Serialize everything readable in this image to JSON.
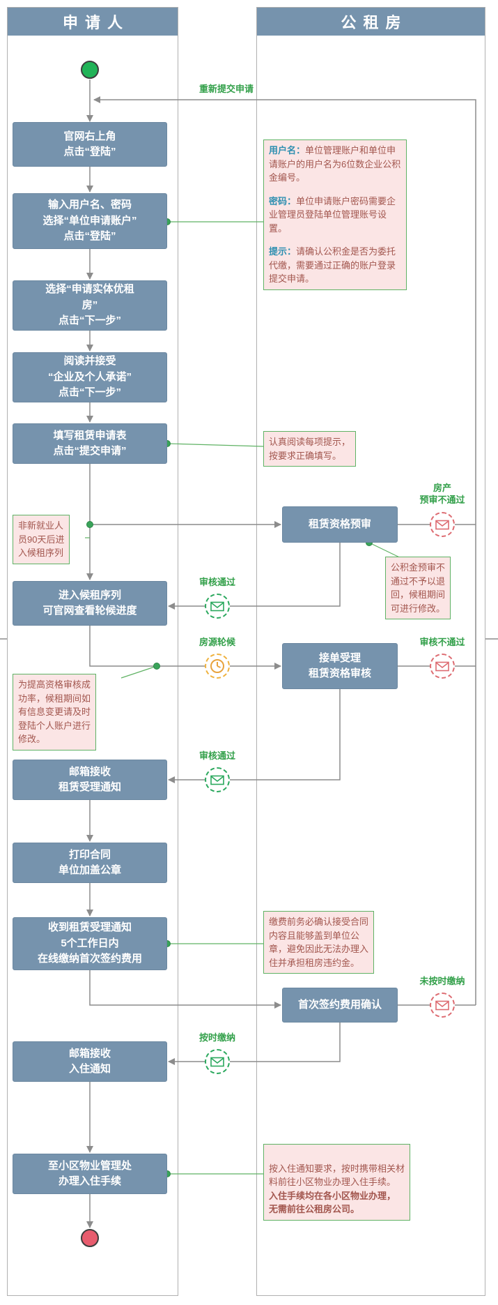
{
  "pools": {
    "applicant": {
      "title": "申请人"
    },
    "gongzufang": {
      "title": "公租房"
    }
  },
  "steps": {
    "login_entry": "官网右上角\n点击“登陆”",
    "input_account": "输入用户名、密码\n选择“单位申请账户”\n点击“登陆”",
    "choose_house": "选择“申请实体优租\n房”\n点击“下一步”",
    "accept_promise": "阅读并接受\n“企业及个人承诺”\n点击“下一步”",
    "fill_form": "填写租赁申请表\n点击“提交申请”",
    "enter_queue": "进入候租序列\n可官网查看轮候进度",
    "mail_accept": "邮箱接收\n租赁受理通知",
    "print_contract": "打印合同\n单位加盖公章",
    "pay_first_fee": "收到租赁受理通知\n5个工作日内\n在线缴纳首次签约费用",
    "mail_checkin": "邮箱接收\n入住通知",
    "goto_property": "至小区物业管理处\n办理入住手续",
    "pre_audit": "租赁资格预审",
    "order_audit": "接单受理\n租赁资格审核",
    "fee_confirm": "首次签约费用确认"
  },
  "labels": {
    "resubmit": "重新提交申请",
    "preaudit_fail": "房产\n预审不通过",
    "audit_pass_1": "审核通过",
    "house_queue": "房源轮候",
    "audit_fail": "审核不通过",
    "audit_pass_2": "审核通过",
    "overdue": "未按时缴纳",
    "paid_on_time": "按时缴纳"
  },
  "notes": {
    "login": {
      "items": [
        {
          "label": "用户名：",
          "text": "单位管理账户和单位申请账户的用户名为6位数企业公积金编号。"
        },
        {
          "label": "密码：",
          "text": "单位申请账户密码需要企业管理员登陆单位管理账号设置。"
        },
        {
          "label": "提示：",
          "text": "请确认公积金是否为委托代缴，需要通过正确的账户登录提交申请。"
        }
      ]
    },
    "fill_hint": "认真阅读每项提示，\n按要求正确填写。",
    "non_new_employee": "非新就业人\n员90天后进\n入候租序列",
    "preaudit_hint": "公积金预审不\n通过不予以退\n回，候租期间\n可进行修改。",
    "modify_hint": "为提高资格审核成\n功率，候租期间如\n有信息变更请及时\n登陆个人账户进行\n修改。",
    "fee_hint": "缴费前务必确认接受合同\n内容且能够盖到单位公\n章，避免因此无法办理入\n住并承担租房违约金。",
    "checkin_hint": {
      "text": "按入住通知要求，按时携带相关材\n料前往小区物业办理入住手续。",
      "bold": "\n入住手续均在各小区物业办理，\n无需前往公租房公司。"
    }
  },
  "colors": {
    "node_fill": "#7693ad",
    "note_fill": "#fbe5e5",
    "note_border": "#5fb264",
    "label_green": "#33a04a",
    "stamp_green": "#2aa85d",
    "stamp_red": "#dd6b71",
    "stamp_yellow": "#efb13c",
    "start_green": "#21b358",
    "end_red": "#e85c6e",
    "line_gray": "#8c8c8c",
    "keyword_teal": "#2e8fb0"
  }
}
